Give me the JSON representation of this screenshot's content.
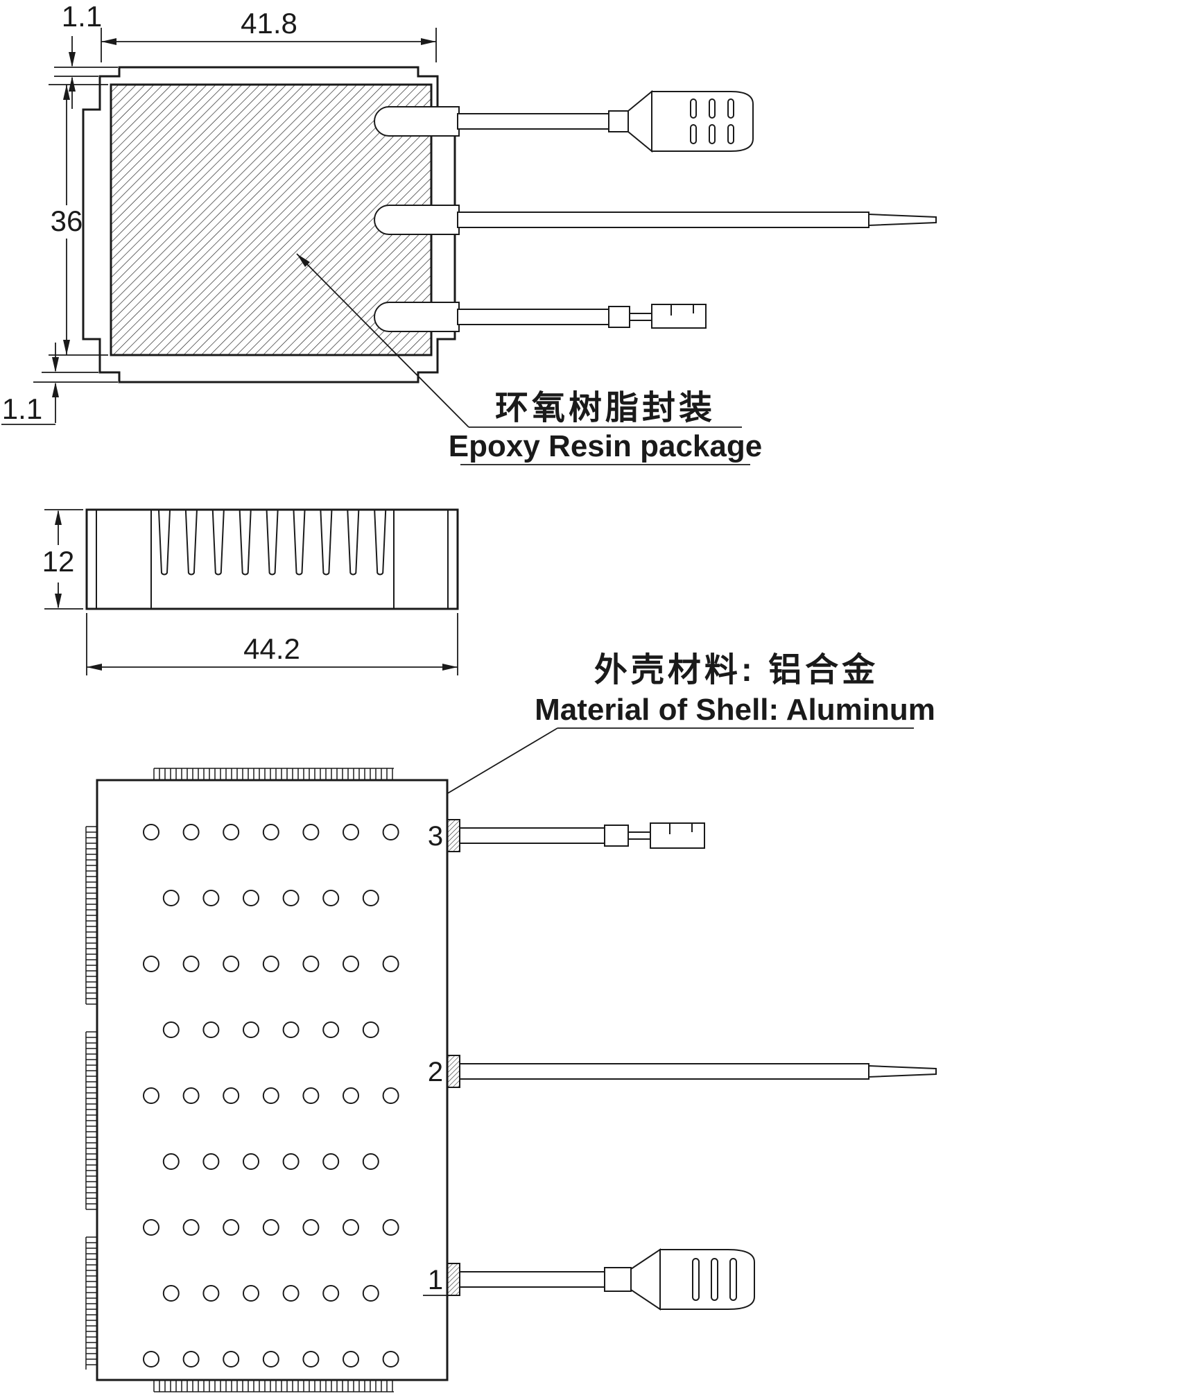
{
  "dims": {
    "top_margin_top": "1.1",
    "top_width": "41.8",
    "left_height": "36",
    "bottom_margin": "1.1",
    "side_height": "12",
    "side_width": "44.2"
  },
  "annotations": {
    "epoxy_cn": "环氧树脂封装",
    "epoxy_en": "Epoxy Resin package",
    "shell_cn": "外壳材料: 铝合金",
    "shell_en": "Material of Shell: Aluminum"
  },
  "leads": {
    "labels": [
      "3",
      "2",
      "1"
    ]
  },
  "colors": {
    "line": "#1a1a1a",
    "green": "#00a651",
    "text_dark": "#333333"
  }
}
